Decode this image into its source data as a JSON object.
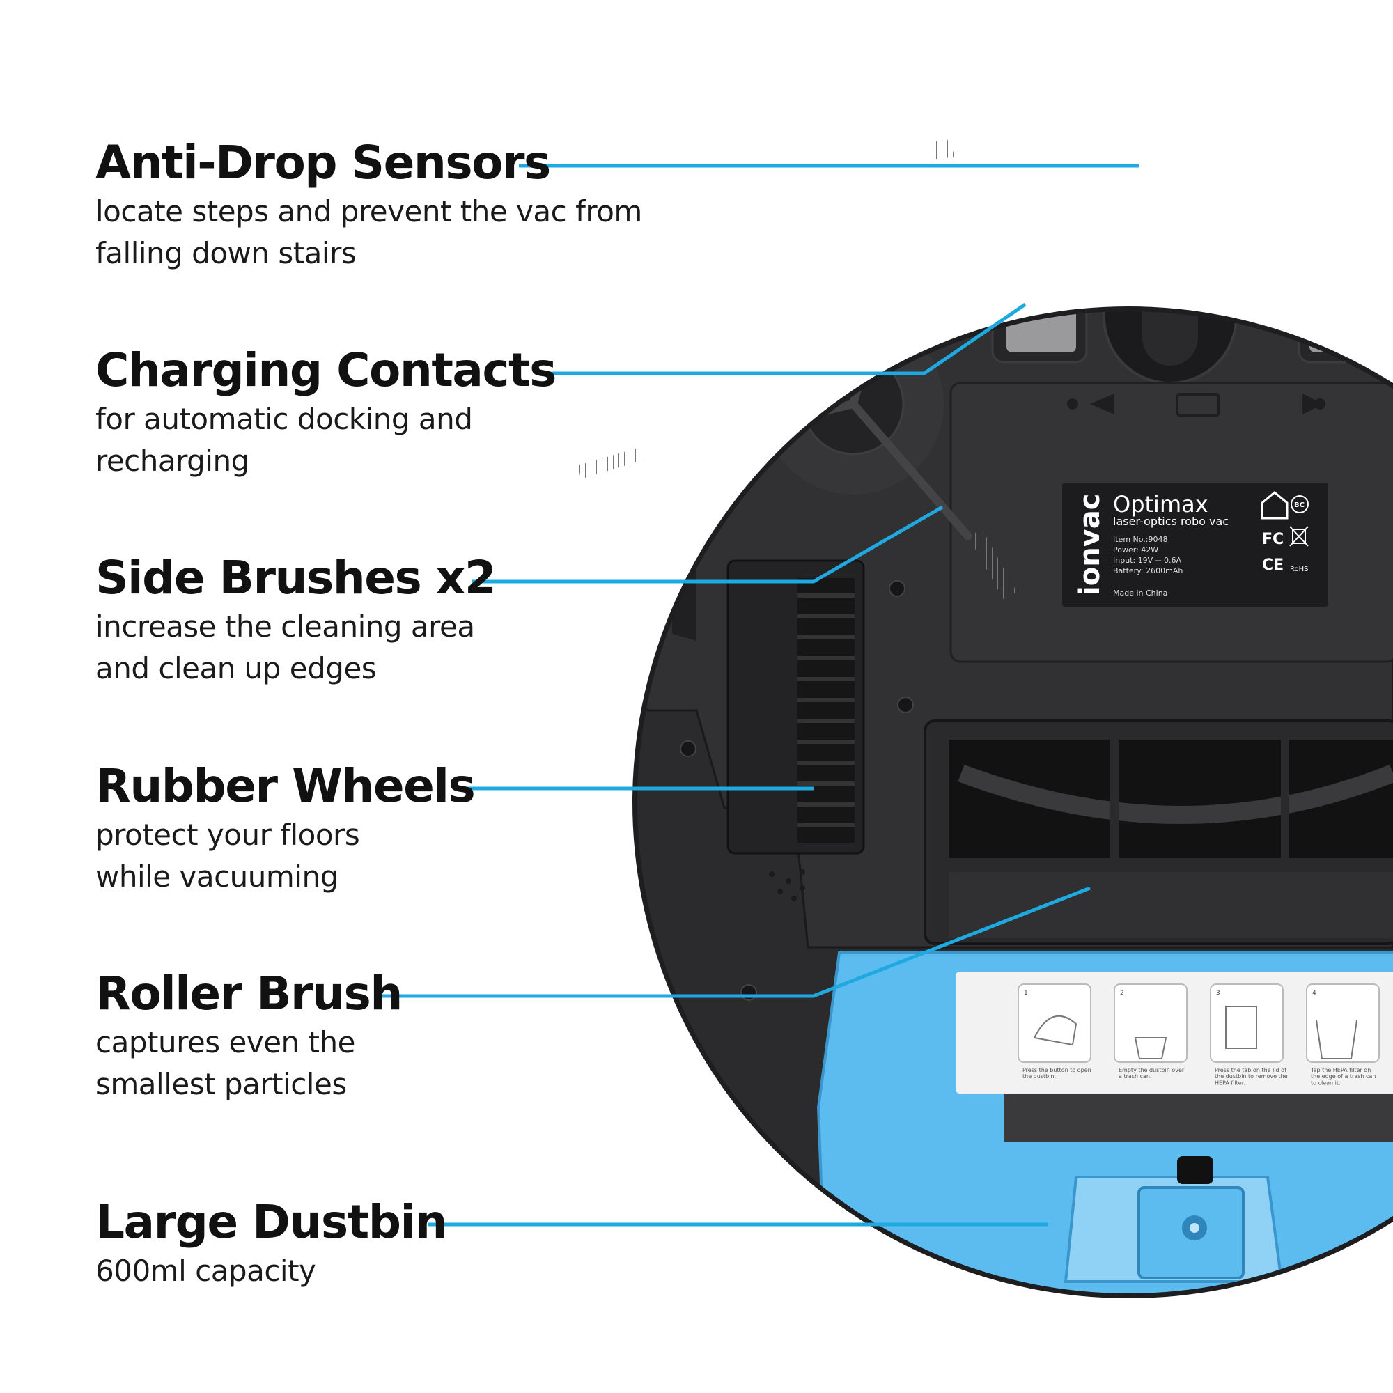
{
  "features": [
    {
      "title": "Anti-Drop Sensors",
      "description": "locate steps and prevent the vac from\nfalling down stairs"
    },
    {
      "title": "Charging Contacts",
      "description": "for automatic docking and\nrecharging"
    },
    {
      "title": "Side Brushes x2",
      "description": "increase the cleaning area\nand clean up edges"
    },
    {
      "title": "Rubber Wheels",
      "description": "protect your floors\nwhile vacuuming"
    },
    {
      "title": "Roller Brush",
      "description": "captures even the\nsmallest particles"
    },
    {
      "title": "Large Dustbin",
      "description": "600ml capacity"
    }
  ],
  "product_label": {
    "brand": "ionvac",
    "model": "Optimax",
    "tagline": "laser-optics robo vac",
    "specs": [
      "Item No.:9048",
      "Power: 42W",
      "Input: 19V ⎓ 0.6A",
      "Battery: 2600mAh"
    ],
    "origin": "Made in China",
    "marks": [
      "BC",
      "FC",
      "CE",
      "RoHS"
    ]
  },
  "dustbin_instructions": [
    {
      "step": "1",
      "text": "Press the button to open\nthe dustbin."
    },
    {
      "step": "2",
      "text": "Empty the dustbin over\na trash can."
    },
    {
      "step": "3",
      "text": "Press the tab on the lid of\nthe dustbin to remove the\nHEPA filter."
    },
    {
      "step": "4",
      "text": "Tap the HEPA filter on\nthe edge of a trash can\nto clean it."
    }
  ],
  "colors": {
    "callout_line": "#1fa9e1",
    "robot_body": "#2b2b2d",
    "robot_panel": "#333336",
    "dustbin": "#5cbcf0",
    "label_bg": "#1c1c1e",
    "heading_text": "#111111"
  }
}
